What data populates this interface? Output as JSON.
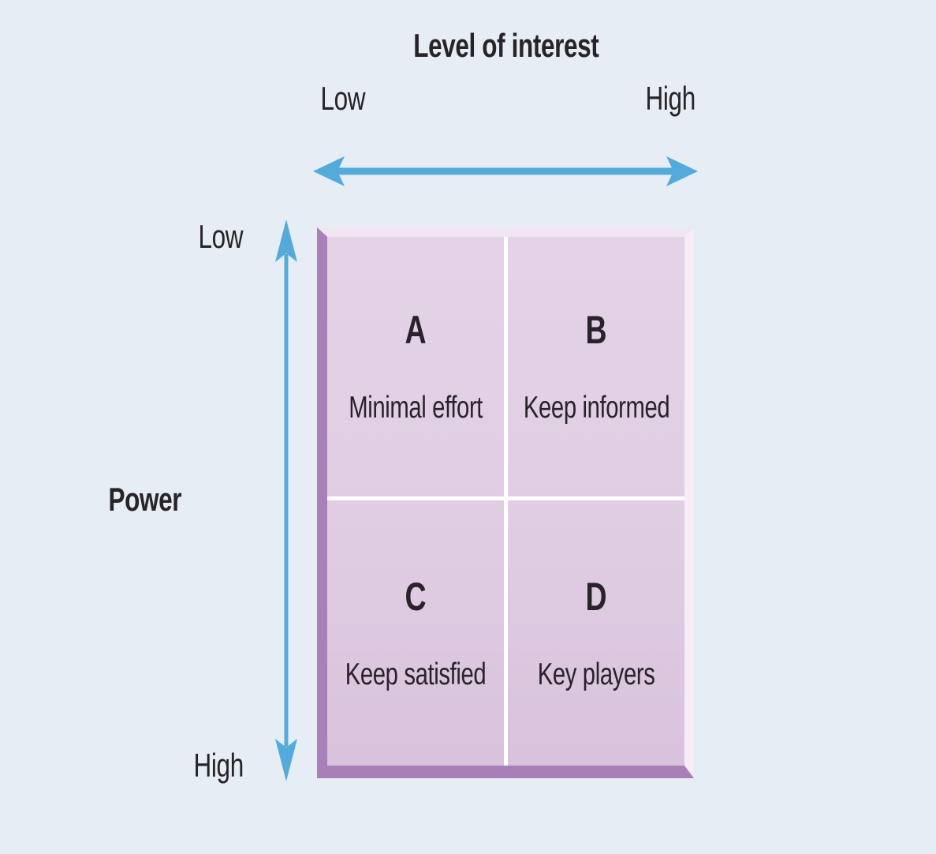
{
  "figure": {
    "interest_axis": {
      "title": "Level of interest",
      "low_label": "Low",
      "high_label": "High"
    },
    "power_axis": {
      "title": "Power",
      "low_label": "Low",
      "high_label": "High"
    },
    "quadrants": [
      {
        "letter": "A",
        "label": "Minimal effort"
      },
      {
        "letter": "B",
        "label": "Keep informed"
      },
      {
        "letter": "C",
        "label": "Keep satisfied"
      },
      {
        "letter": "D",
        "label": "Key players"
      }
    ],
    "colors": {
      "background": "#e6edf4",
      "matrix_fill": "#dfcce2",
      "bevel_dark": "#a87fb7",
      "bevel_light": "#f3eaf4",
      "divider": "#ffffff",
      "arrow": "#54abdb",
      "text": "#272329"
    }
  }
}
